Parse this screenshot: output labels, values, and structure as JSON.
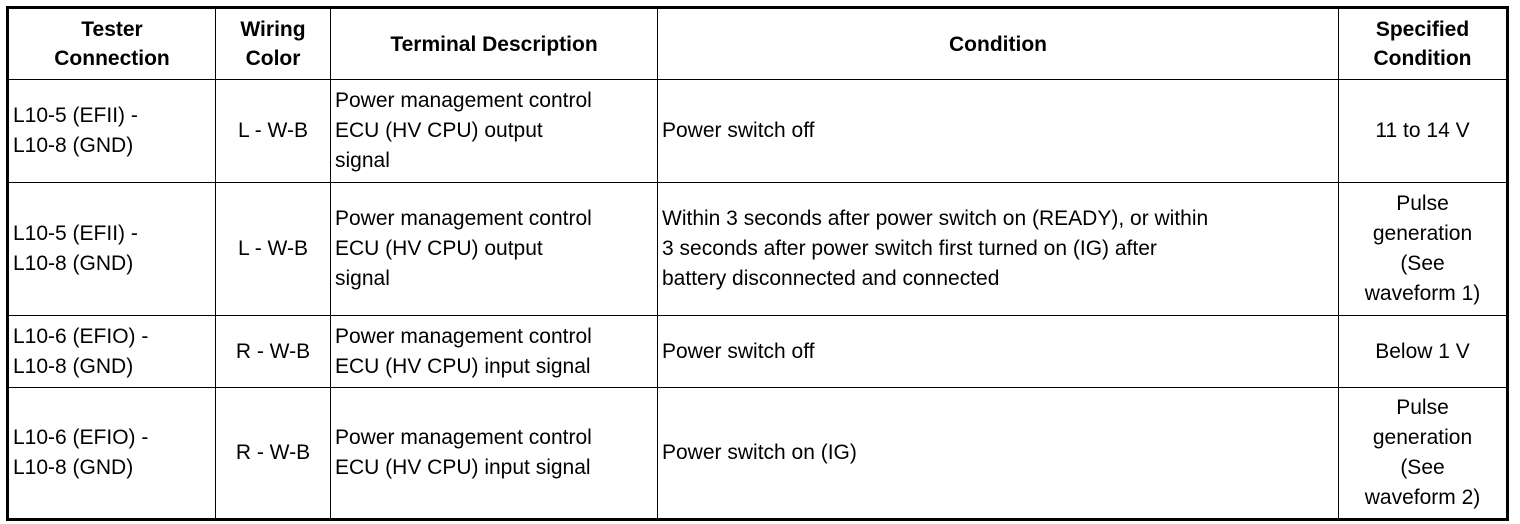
{
  "table": {
    "headers": {
      "tester_connection": "Tester\nConnection",
      "wiring_color": "Wiring\nColor",
      "terminal_description": "Terminal Description",
      "condition": "Condition",
      "specified_condition": "Specified\nCondition"
    },
    "rows": [
      {
        "tester_connection": "L10-5 (EFII) -\nL10-8 (GND)",
        "wiring_color": "L - W-B",
        "terminal_description": "Power management control\nECU (HV CPU) output\nsignal",
        "condition": "Power switch off",
        "specified_condition": "11 to 14 V"
      },
      {
        "tester_connection": "L10-5 (EFII) -\nL10-8 (GND)",
        "wiring_color": "L - W-B",
        "terminal_description": "Power management control\nECU (HV CPU) output\nsignal",
        "condition": "Within 3 seconds after power switch on (READY), or within\n3 seconds after power switch first turned on (IG) after\nbattery disconnected and connected",
        "specified_condition": "Pulse\ngeneration\n(See\nwaveform 1)"
      },
      {
        "tester_connection": "L10-6 (EFIO) -\nL10-8 (GND)",
        "wiring_color": "R - W-B",
        "terminal_description": "Power management control\nECU (HV CPU) input signal",
        "condition": "Power switch off",
        "specified_condition": "Below 1 V"
      },
      {
        "tester_connection": "L10-6 (EFIO) -\nL10-8 (GND)",
        "wiring_color": "R - W-B",
        "terminal_description": "Power management control\nECU (HV CPU) input signal",
        "condition": "Power switch on (IG)",
        "specified_condition": "Pulse\ngeneration\n(See\nwaveform 2)"
      }
    ]
  }
}
